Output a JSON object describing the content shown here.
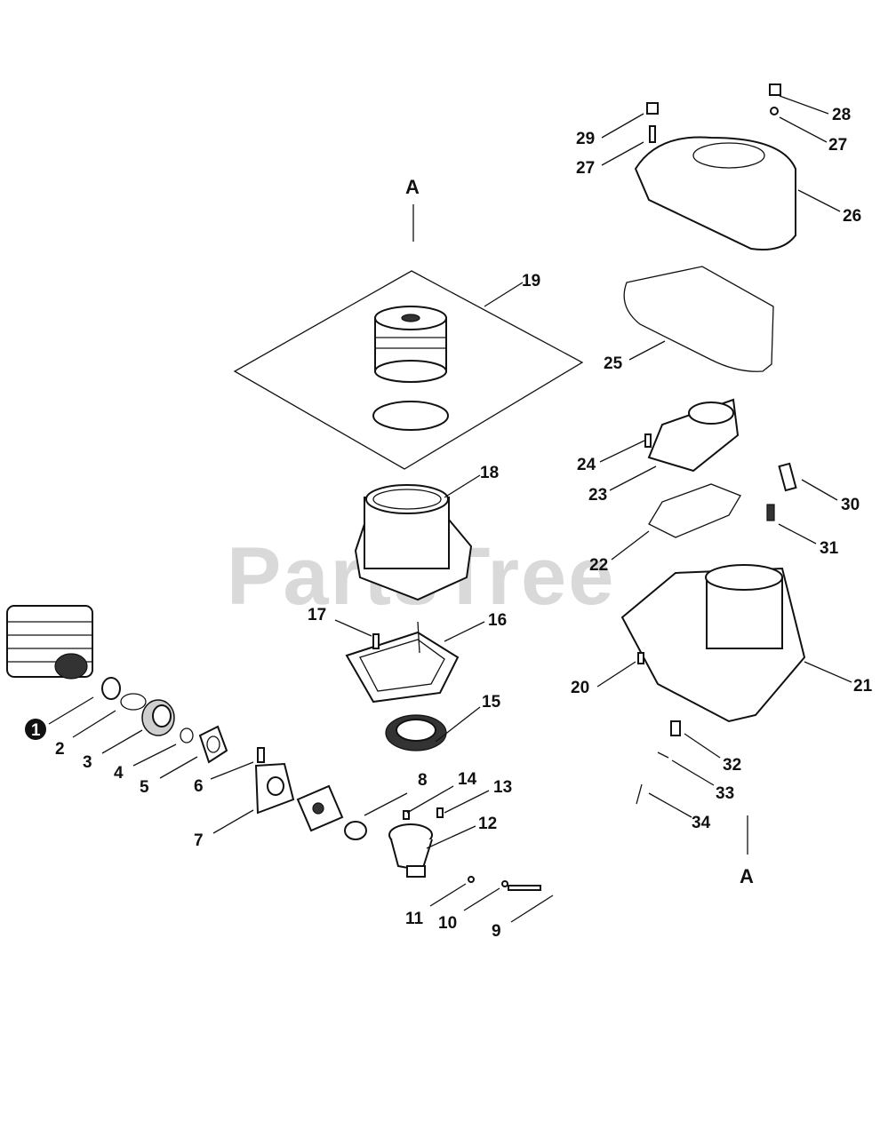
{
  "watermark": "PartsTree",
  "section_marks": {
    "top": "A",
    "bottom": "A"
  },
  "callouts": {
    "c1": "1",
    "c2": "2",
    "c3": "3",
    "c4": "4",
    "c5": "5",
    "c6": "6",
    "c7": "7",
    "c8": "8",
    "c9": "9",
    "c10": "10",
    "c11": "11",
    "c12": "12",
    "c13": "13",
    "c14": "14",
    "c15": "15",
    "c16": "16",
    "c17": "17",
    "c18": "18",
    "c19": "19",
    "c20": "20",
    "c21": "21",
    "c22": "22",
    "c23": "23",
    "c24": "24",
    "c25": "25",
    "c26": "26",
    "c27a": "27",
    "c27b": "27",
    "c28": "28",
    "c29": "29",
    "c30": "30",
    "c31": "31",
    "c32": "32",
    "c33": "33",
    "c34": "34"
  }
}
